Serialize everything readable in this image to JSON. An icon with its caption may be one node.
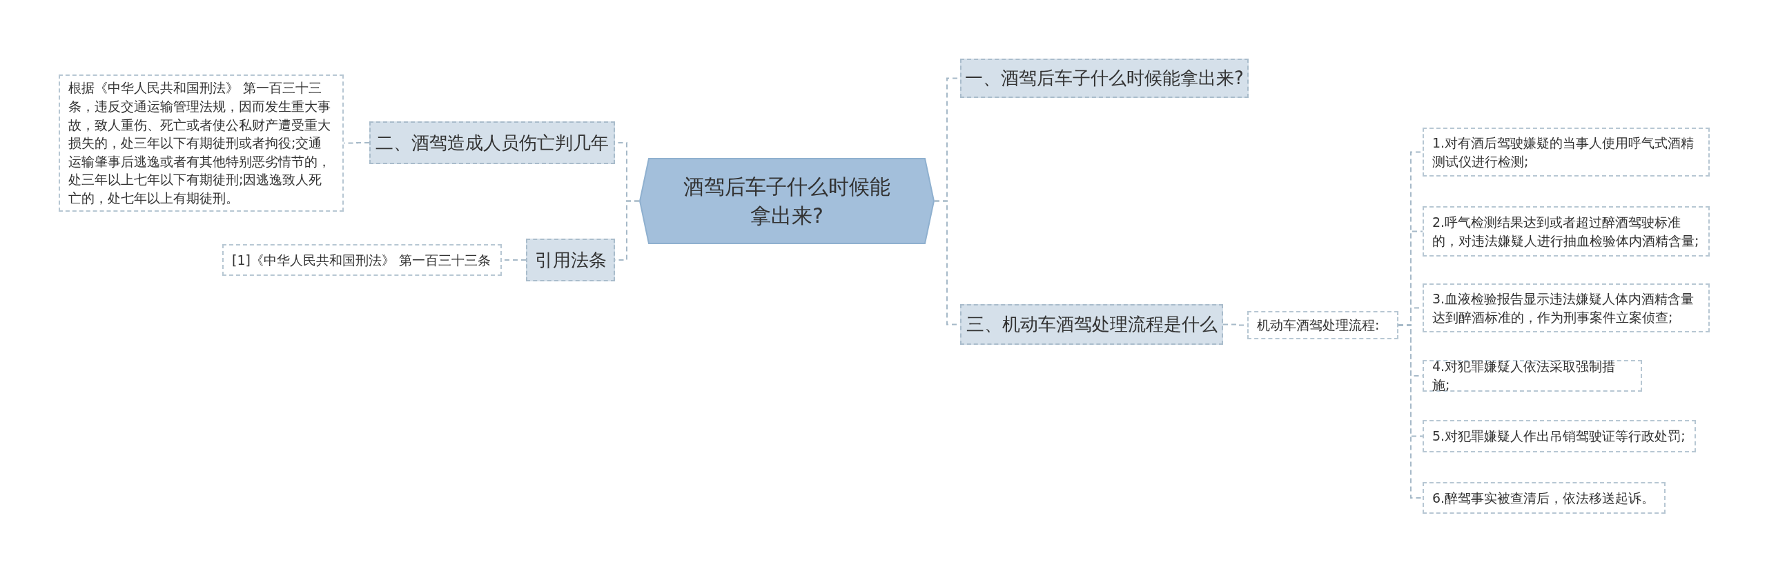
{
  "diagram": {
    "nodes": [
      {
        "text": [
          "酒驾后车子什么时候能拿出来?"
        ]
      },
      {
        "text": [
          "一、酒驾后车子什么时候能拿出来?"
        ]
      },
      {
        "text": [
          "三、机动车酒驾处理流程是什么"
        ]
      },
      {
        "text": [
          "机动车酒驾处理流程:"
        ]
      },
      {
        "text": [
          "1.对有酒后驾驶嫌疑的当事人使用呼气式酒精测试仪进行检测;"
        ]
      },
      {
        "text": [
          "2.呼气检测结果达到或者超过醉酒驾驶标准的，对违法嫌疑人进行抽血检验体内酒精含量;"
        ]
      },
      {
        "text": [
          "3.血液检验报告显示违法嫌疑人体内酒精含量达到醉酒标准的，作为刑事案件立案侦查;"
        ]
      },
      {
        "text": [
          "4.对犯罪嫌疑人依法采取强制措施;"
        ]
      },
      {
        "text": [
          "5.对犯罪嫌疑人作出吊销驾驶证等行政处罚;"
        ]
      },
      {
        "text": [
          "6.醉驾事实被查清后，依法移送起诉。"
        ]
      },
      {
        "text": [
          "二、酒驾造成人员伤亡判几年"
        ]
      },
      {
        "text": [
          "根据《中华人民共和国刑法》 第一百三十三条，违反交通运输管理法规，因而发生重大事故，致人重伤、死亡或者使公私财产遭受重大损失的，处三年以下有期徒刑或者拘役;交通运输肇事后逃逸或者有其他特别恶劣情节的，处三年以上七年以下有期徒刑;因逃逸致人死亡的，处七年以上有期徒刑。"
        ]
      },
      {
        "text": [
          "引用法条"
        ]
      },
      {
        "text": [
          "[1]《中华人民共和国刑法》 第一百三十三条"
        ]
      }
    ],
    "edges": [
      {
        "from": 0,
        "to": 1,
        "arrow": "none"
      },
      {
        "from": 0,
        "to": 2,
        "arrow": "none"
      },
      {
        "from": 2,
        "to": 3,
        "arrow": "none"
      },
      {
        "from": 3,
        "to": 4,
        "arrow": "none"
      },
      {
        "from": 3,
        "to": 5,
        "arrow": "none"
      },
      {
        "from": 3,
        "to": 6,
        "arrow": "none"
      },
      {
        "from": 3,
        "to": 7,
        "arrow": "none"
      },
      {
        "from": 3,
        "to": 8,
        "arrow": "none"
      },
      {
        "from": 3,
        "to": 9,
        "arrow": "none"
      },
      {
        "from": 0,
        "to": 10,
        "arrow": "none"
      },
      {
        "from": 10,
        "to": 11,
        "arrow": "none"
      },
      {
        "from": 0,
        "to": 12,
        "arrow": "none"
      },
      {
        "from": 12,
        "to": 13,
        "arrow": "none"
      }
    ]
  }
}
